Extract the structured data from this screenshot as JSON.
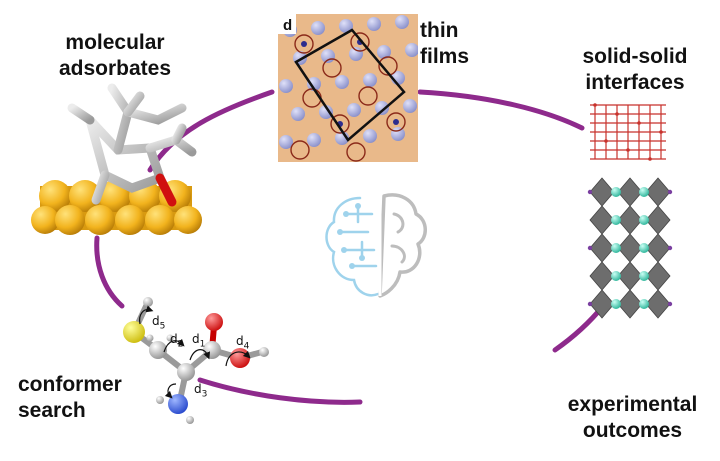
{
  "labels": {
    "molecular_adsorbates": [
      "molecular",
      "adsorbates"
    ],
    "thin_films": [
      "thin",
      "films"
    ],
    "solid_solid_interfaces": [
      "solid-solid",
      "interfaces"
    ],
    "conformer_search": [
      "conformer",
      "search"
    ],
    "experimental_outcomes": [
      "experimental",
      "outcomes"
    ]
  },
  "panel_tag": "d",
  "dihedrals": [
    "d1",
    "d2",
    "d3",
    "d4",
    "d5"
  ],
  "colors": {
    "cycle": "#8e2a8c",
    "badge": "#1f79b4",
    "brain_left": "#9fd3ec",
    "brain_right": "#bdbdbd",
    "gold": "#f2b31d",
    "film_bg": "#e9b98a",
    "perovskite": "#6d6d6d",
    "cation": "#33c4a8",
    "oxygen": "#c8322c"
  },
  "icons": [
    "brain-circuit-icon",
    "test-tube-icon",
    "microscope-icon",
    "signal-wave-icon",
    "gears-icon"
  ]
}
